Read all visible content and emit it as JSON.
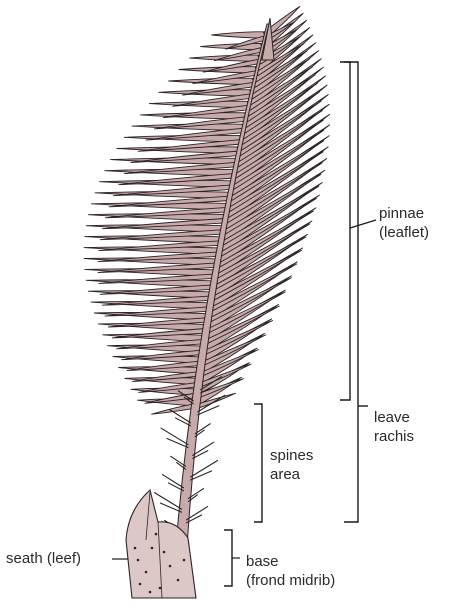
{
  "diagram": {
    "colors": {
      "fill": "#c7aaa9",
      "stroke": "#2b2326",
      "bracket": "#1a1a1a",
      "text": "#2a2a2a"
    },
    "labels": {
      "pinnae": [
        "pinnae",
        "(leaflet)"
      ],
      "leave_rachis": [
        "leave",
        "rachis"
      ],
      "spines_area": [
        "spines",
        "area"
      ],
      "seath": [
        "seath (leef)"
      ],
      "base": [
        "base",
        "(frond midrib)"
      ]
    }
  }
}
